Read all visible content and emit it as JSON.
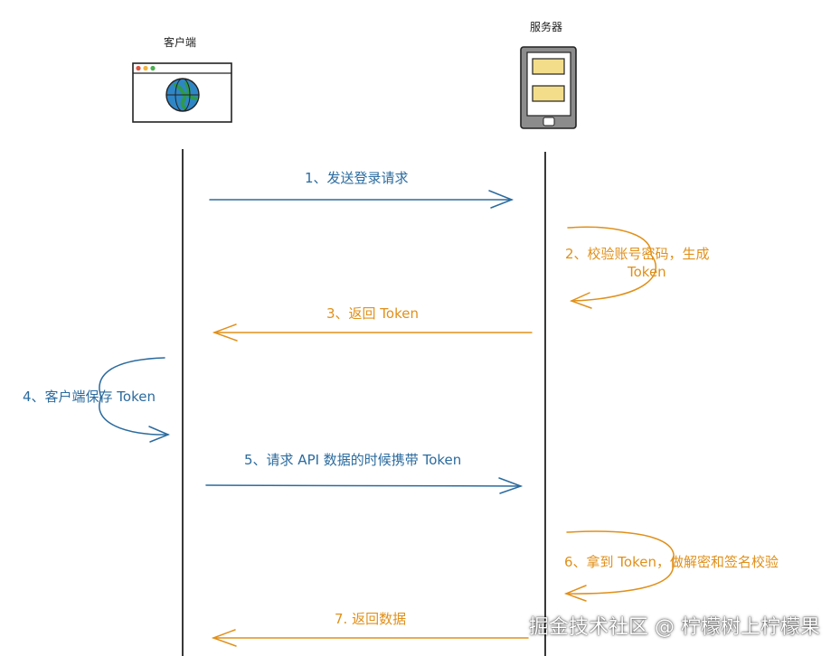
{
  "actors": {
    "client": "客户端",
    "server": "服务器"
  },
  "steps": {
    "s1": "1、发送登录请求",
    "s2_line1": "2、校验账号密码，生成",
    "s2_line2": "Token",
    "s3": "3、返回 Token",
    "s4": "4、客户端保存 Token",
    "s5": "5、请求 API 数据的时候携带 Token",
    "s6": "6、拿到 Token，做解密和签名校验",
    "s7": "7. 返回数据"
  },
  "watermark": "掘金技术社区 @ 柠檬树上柠檬果",
  "colors": {
    "blue": "#2b6b9e",
    "orange": "#e0901a",
    "lifeline": "#222222"
  },
  "icons": {
    "client": "browser-globe-icon",
    "server": "server-tablet-icon"
  }
}
